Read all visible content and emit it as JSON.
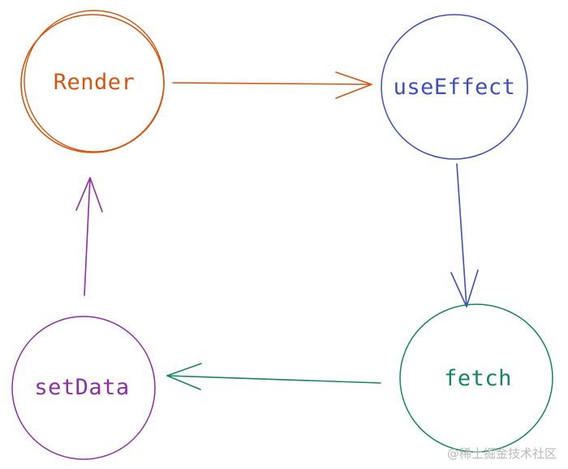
{
  "nodes": {
    "render": {
      "label": "Render",
      "color": "#d4550f"
    },
    "useeffect": {
      "label": "useEffect",
      "color": "#3d4fbd"
    },
    "fetch": {
      "label": "fetch",
      "color": "#13865a"
    },
    "setdata": {
      "label": "setData",
      "color": "#8d2ea6"
    }
  },
  "watermark": {
    "text": "@稀土掘金技术社区",
    "color": "#b9b9b9"
  }
}
